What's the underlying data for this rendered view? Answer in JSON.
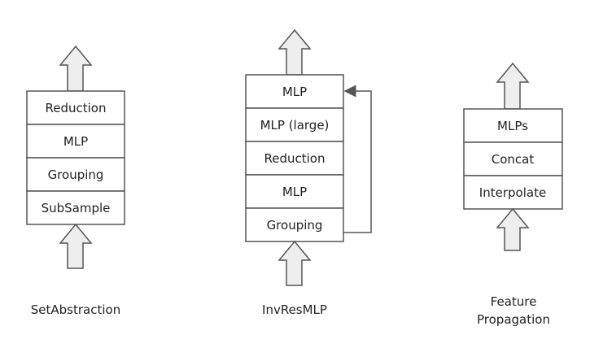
{
  "diagram": {
    "blocks": [
      {
        "id": "setabstraction",
        "caption": [
          "SetAbstraction"
        ],
        "layers": [
          "Reduction",
          "MLP",
          "Grouping",
          "SubSample"
        ],
        "residual": false
      },
      {
        "id": "invresmlp",
        "caption": [
          "InvResMLP"
        ],
        "layers": [
          "MLP",
          "MLP (large)",
          "Reduction",
          "MLP",
          "Grouping"
        ],
        "residual": true
      },
      {
        "id": "featurepropagation",
        "caption": [
          "Feature",
          "Propagation"
        ],
        "layers": [
          "MLPs",
          "Concat",
          "Interpolate"
        ],
        "residual": false
      }
    ],
    "colors": {
      "arrow_fill": "#eeeeee",
      "arrow_stroke": "#555555",
      "box_stroke": "#555555",
      "box_fill": "#ffffff",
      "text": "#222222"
    }
  }
}
